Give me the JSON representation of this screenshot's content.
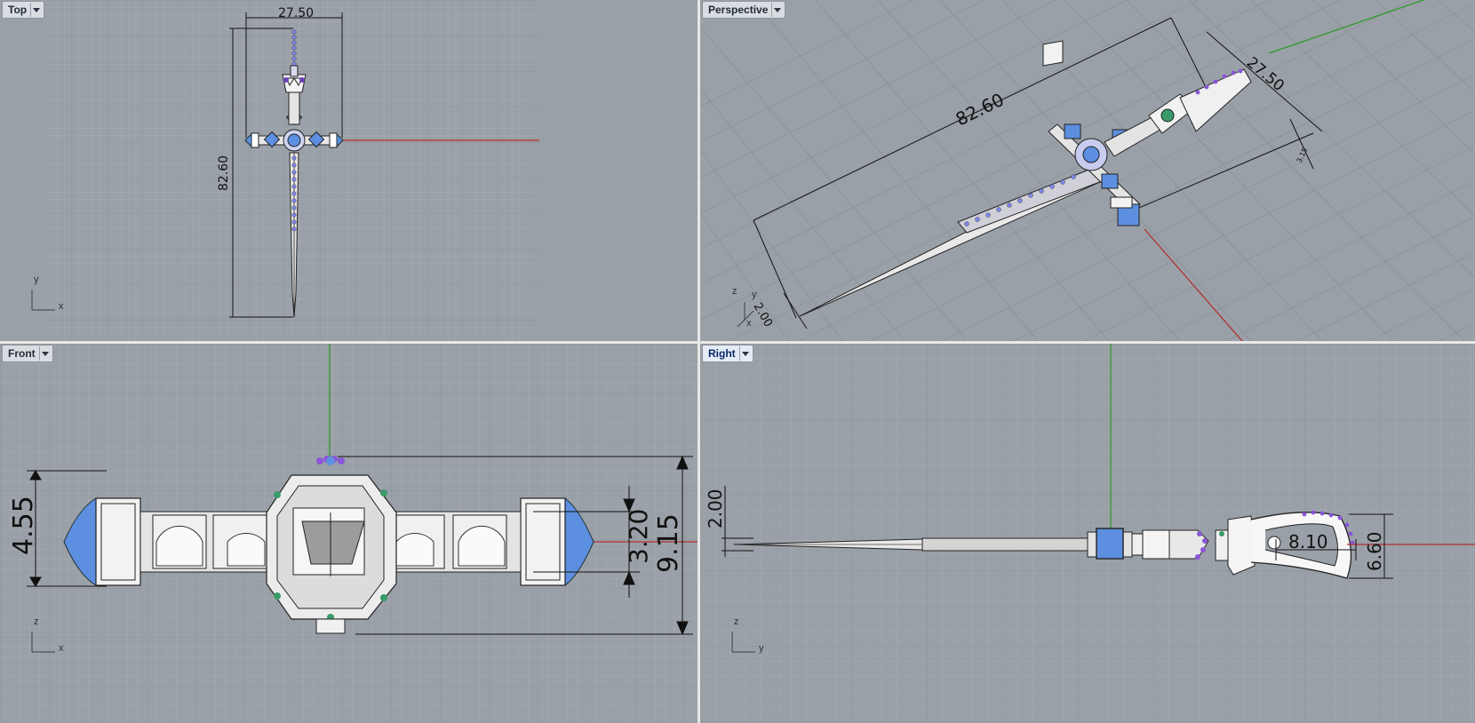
{
  "viewports": {
    "top": {
      "label": "Top",
      "dims": {
        "width": "27.50",
        "height": "82.60"
      },
      "axes": {
        "a": "y",
        "b": "x"
      }
    },
    "perspective": {
      "label": "Perspective",
      "dims": {
        "length": "82.60",
        "width": "27.50",
        "thickness": "2.00",
        "small": "3.15"
      },
      "axes": {
        "a": "z",
        "b": "y",
        "c": "x"
      }
    },
    "front": {
      "label": "Front",
      "dims": {
        "left": "4.55",
        "inner": "3.20",
        "outer": "9.15"
      },
      "axes": {
        "a": "z",
        "b": "x"
      }
    },
    "right": {
      "label": "Right",
      "dims": {
        "blade": "2.00",
        "loop_width": "8.10",
        "loop_height": "6.60"
      },
      "axes": {
        "a": "z",
        "b": "y"
      }
    }
  },
  "colors": {
    "viewport_bg": "#9aa0a7",
    "grid_minor": "#a6acb2",
    "grid_major": "#8e959c",
    "x_axis": "#b03030",
    "y_axis": "#2e9a2e",
    "gem_blue": "#5d8fe0",
    "gem_purple": "#8a55d8"
  }
}
